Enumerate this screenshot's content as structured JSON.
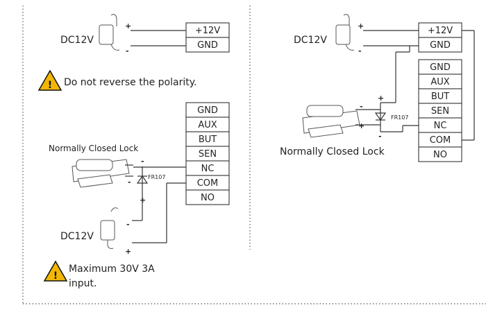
{
  "left": {
    "power_top_label": "DC12V",
    "power_terminals": [
      "+12V",
      "GND"
    ],
    "warning_polarity": "Do not reverse the polarity.",
    "lock_label": "Normally Closed Lock",
    "diode_label": "FR107",
    "terminals": [
      "GND",
      "AUX",
      "BUT",
      "SEN",
      "NC",
      "COM",
      "NO"
    ],
    "power_bottom_label": "DC12V",
    "warning_max_line1": "Maximum 30V 3A",
    "warning_max_line2": "input."
  },
  "right": {
    "power_label": "DC12V",
    "power_terminals": [
      "+12V",
      "GND"
    ],
    "terminals": [
      "GND",
      "AUX",
      "BUT",
      "SEN",
      "NC",
      "COM",
      "NO"
    ],
    "lock_label": "Normally Closed Lock",
    "diode_label": "FR107"
  },
  "signs": {
    "plus": "+",
    "minus": "-"
  },
  "icons": [
    "power-adapter-icon",
    "warning-icon",
    "lock-icon",
    "diode-icon"
  ],
  "colors": {
    "warning_fill": "#f2b705",
    "line": "#333333"
  }
}
